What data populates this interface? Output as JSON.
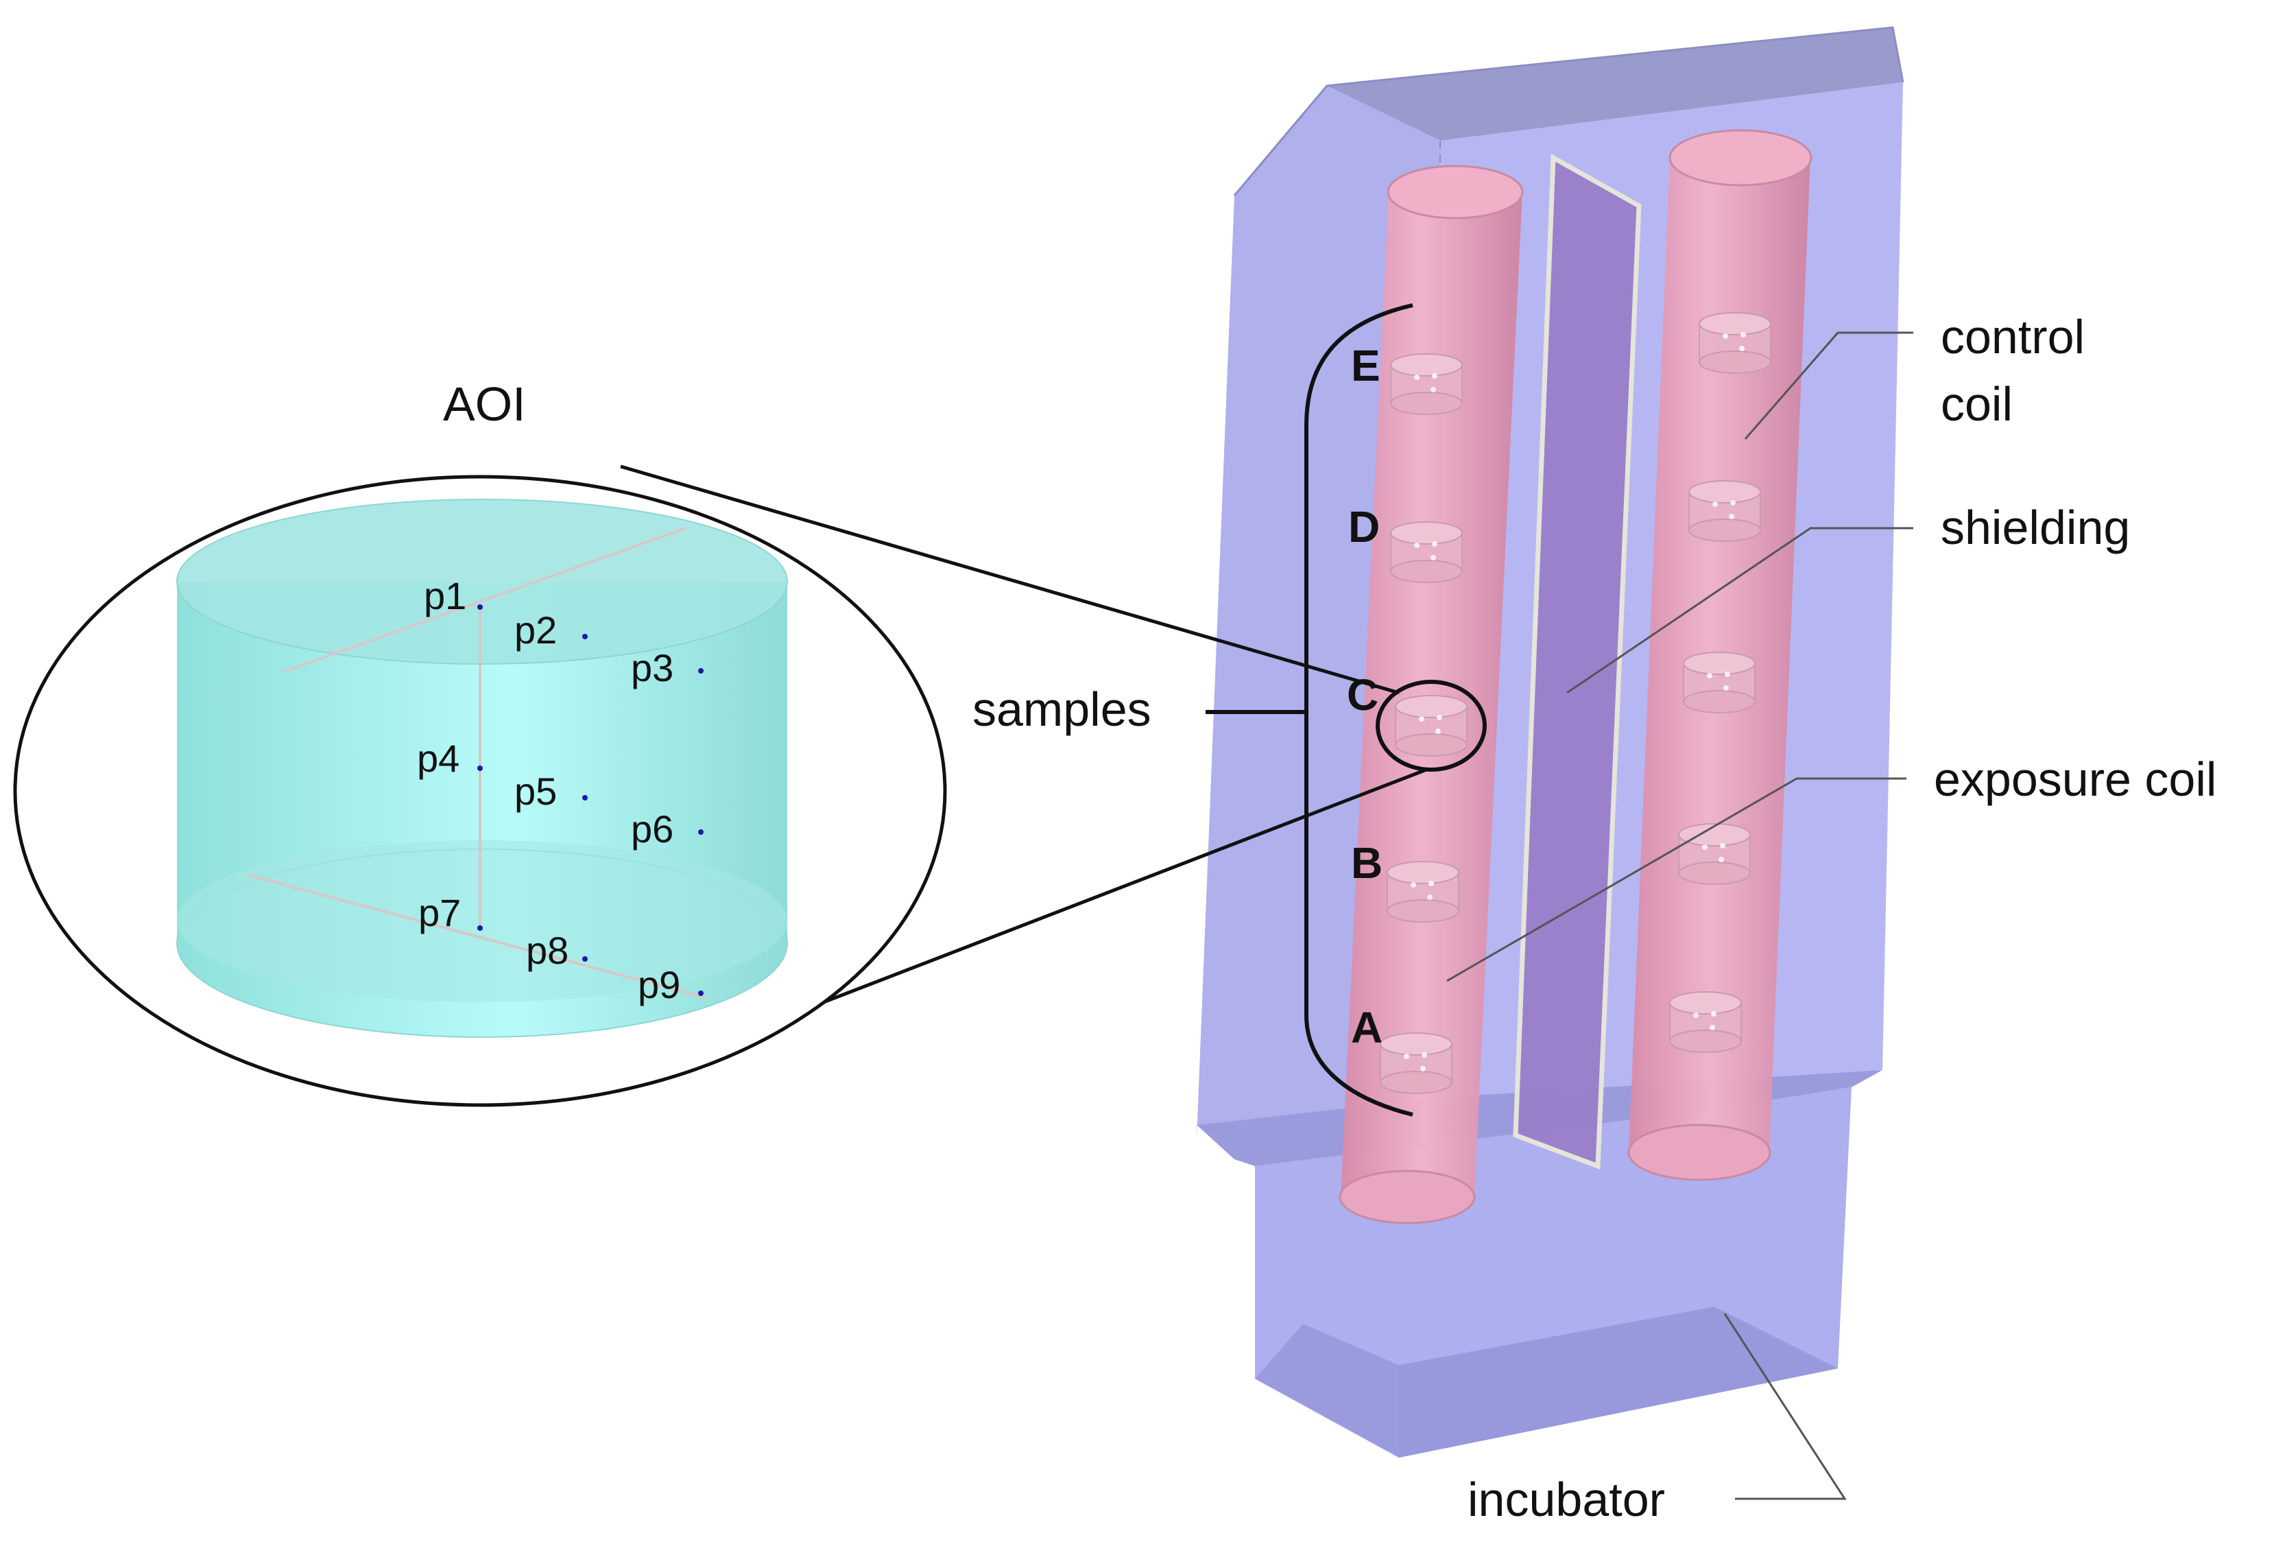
{
  "labels": {
    "aoi": "AOI",
    "samples": "samples",
    "control_coil": [
      "control",
      "coil"
    ],
    "shielding": "shielding",
    "exposure_coil": "exposure coil",
    "incubator": "incubator"
  },
  "sample_positions": [
    "A",
    "B",
    "C",
    "D",
    "E"
  ],
  "probe_points": [
    "p1",
    "p2",
    "p3",
    "p4",
    "p5",
    "p6",
    "p7",
    "p8",
    "p9"
  ],
  "colors": {
    "incubator": "#9e9fe6",
    "coil": "#e59ab6",
    "shielding": "#9a7fcb",
    "aoi_cylinder": "#9ff2ee",
    "line": "#111111",
    "leader": "#555555"
  }
}
